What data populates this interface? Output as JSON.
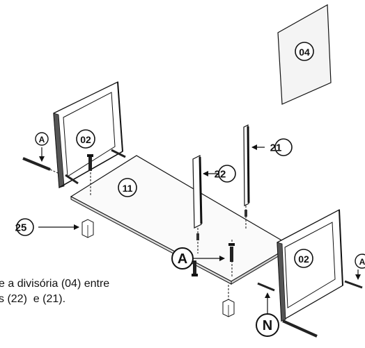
{
  "parts": {
    "p04": "04",
    "p02_left": "02",
    "p02_right": "02",
    "p11": "11",
    "p21": "21",
    "p22": "22",
    "p25": "25"
  },
  "hardware": {
    "a_left": "A",
    "a_center": "A",
    "a_right": "A",
    "n": "N"
  },
  "caption": {
    "line1": "e a divisória (04) entre",
    "line2": "s (22)  e (21)."
  }
}
